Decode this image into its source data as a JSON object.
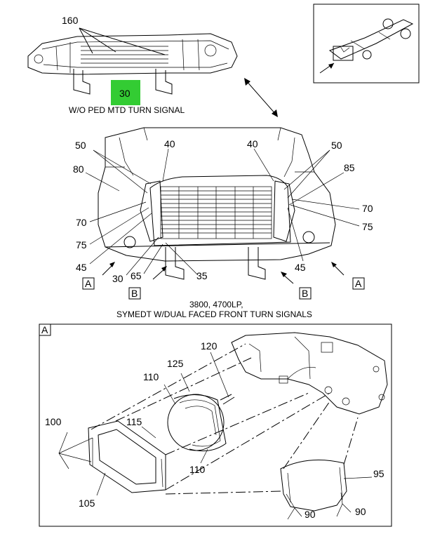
{
  "top_view": {
    "callouts": {
      "c160": "160",
      "c30": "30"
    },
    "highlight_color": "#33cc33",
    "caption": "W/O PED MTD TURN SIGNAL"
  },
  "main_view": {
    "callouts": {
      "l50": "50",
      "l40": "40",
      "l80": "80",
      "l70": "70",
      "l75": "75",
      "l45": "45",
      "l30": "30",
      "l65": "65",
      "l35": "35",
      "r40": "40",
      "r50": "50",
      "r85": "85",
      "r70": "70",
      "r75": "75",
      "r45": "45"
    },
    "view_markers": {
      "a_left": "A",
      "b_left": "B",
      "b_right": "B",
      "a_right": "A"
    },
    "caption_line1": "3800, 4700LP,",
    "caption_line2": "SYMEDT W/DUAL FACED FRONT TURN SIGNALS"
  },
  "detail_view": {
    "tag": "A",
    "callouts": {
      "c120": "120",
      "c125": "125",
      "c110a": "110",
      "c115": "115",
      "c100": "100",
      "c110b": "110",
      "c105": "105",
      "c95": "95",
      "c90a": "90",
      "c90b": "90"
    }
  }
}
